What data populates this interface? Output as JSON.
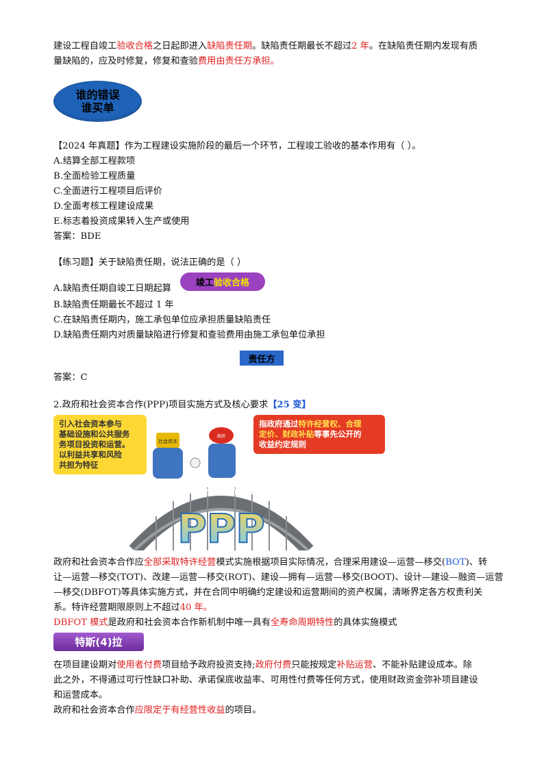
{
  "intro": {
    "l1_a": "建设工程自竣工",
    "l1_b": "验收合格",
    "l1_c": "之日起即进入",
    "l1_d": "缺陷责任期",
    "l1_e": "。缺陷责任期最长不超过",
    "l1_f": "2 年",
    "l1_g": "。在缺陷责任期内发现有质",
    "l2_a": "量缺陷的，应及时修复，修复和查验",
    "l2_b": "费用由责任方承担。"
  },
  "oval_badge": {
    "line1": "谁的错误",
    "line2": "谁买单"
  },
  "question1": {
    "stem": "【2024 年真题】作为工程建设实施阶段的最后一个环节，工程竣工验收的基本作用有（    ）。",
    "options": [
      "A.结算全部工程款项",
      "B.全面检验工程质量",
      "C.全面进行工程项目后评价",
      "D.全面考核工程建设成果",
      "E.标志着投资成果转入生产或使用"
    ],
    "answer": "答案：BDE"
  },
  "question2": {
    "stem": "【练习题】关于缺陷责任期，说法正确的是（    ）",
    "options": [
      "A.缺陷责任期自竣工日期起算",
      "B.缺陷责任期最长不超过 1 年",
      "C.在缺陷责任期内，施工承包单位应承担质量缺陷责任",
      "D.缺陷责任期内对质量缺陷进行修复和查验费用由施工承包单位承担"
    ],
    "pill_a": "竣工",
    "pill_b": "验收合格",
    "tag": "责任方",
    "answer": "答案：C"
  },
  "section2": {
    "title": "2.政府和社会资本合作(PPP)项目实施方式及核心要求",
    "badge": "【25 变】"
  },
  "illustration": {
    "left_bubble": [
      "引入社会资本参与",
      "基础设施和公共服务",
      "务项目投资和运营。",
      "以利益共享和风险",
      "共担为特征"
    ],
    "right_bubble_a": "指政府通过",
    "right_bubble_b": "特许经营权、合理",
    "right_bubble_c": "定价、财政补贴",
    "right_bubble_d": "等事先公开的",
    "right_bubble_e": "收益约定规则",
    "bridge_label": "公共服务基础设施类项目",
    "big_text": "PPP",
    "hat_left": "社会资本",
    "hat_right": "政府"
  },
  "para1": {
    "l1_a": "政府和社会资本合作应",
    "l1_b": "全部采取特许经营",
    "l1_c": "模式实施根据项目实际情况，合理采用建设—运营—移交(",
    "l1_d": "BOT",
    "l1_e": ")、转",
    "l2": "让—运营—移交(TOT)、改建—运营—移交(ROT)、建设—拥有—运营—移交(BOOT)、设计—建设—融资—运营",
    "l3": "—移交(DBFOT)等具体实施方式，并在合同中明确约定建设和运营期间的资产权属，清晰界定各方权责利关",
    "l4_a": "系。特许经营期限原则上不超过",
    "l4_b": "40 年。",
    "l5_a": "DBFOT 模式",
    "l5_b": "是政府和社会资本合作新机制中唯一具有",
    "l5_c": "全寿命周期特性",
    "l5_d": "的具体实施模式"
  },
  "banner": "特斯(4)拉",
  "para2": {
    "l1_a": "在项目建设期对",
    "l1_b": "使用者付费",
    "l1_c": "项目给予政府投资支持;",
    "l1_d": "政府付费",
    "l1_e": "只能按规定",
    "l1_f": "补贴运营",
    "l1_g": "、不能补贴建设成本。除",
    "l2": "此之外，不得通过可行性缺口补助、承诺保底收益率、可用性付费等任何方式，使用财政资金弥补项目建设",
    "l3": "和运营成本。",
    "l4_a": "政府和社会资本合作",
    "l4_b": "应限定于有经营性收益",
    "l4_c": "的项目。"
  }
}
